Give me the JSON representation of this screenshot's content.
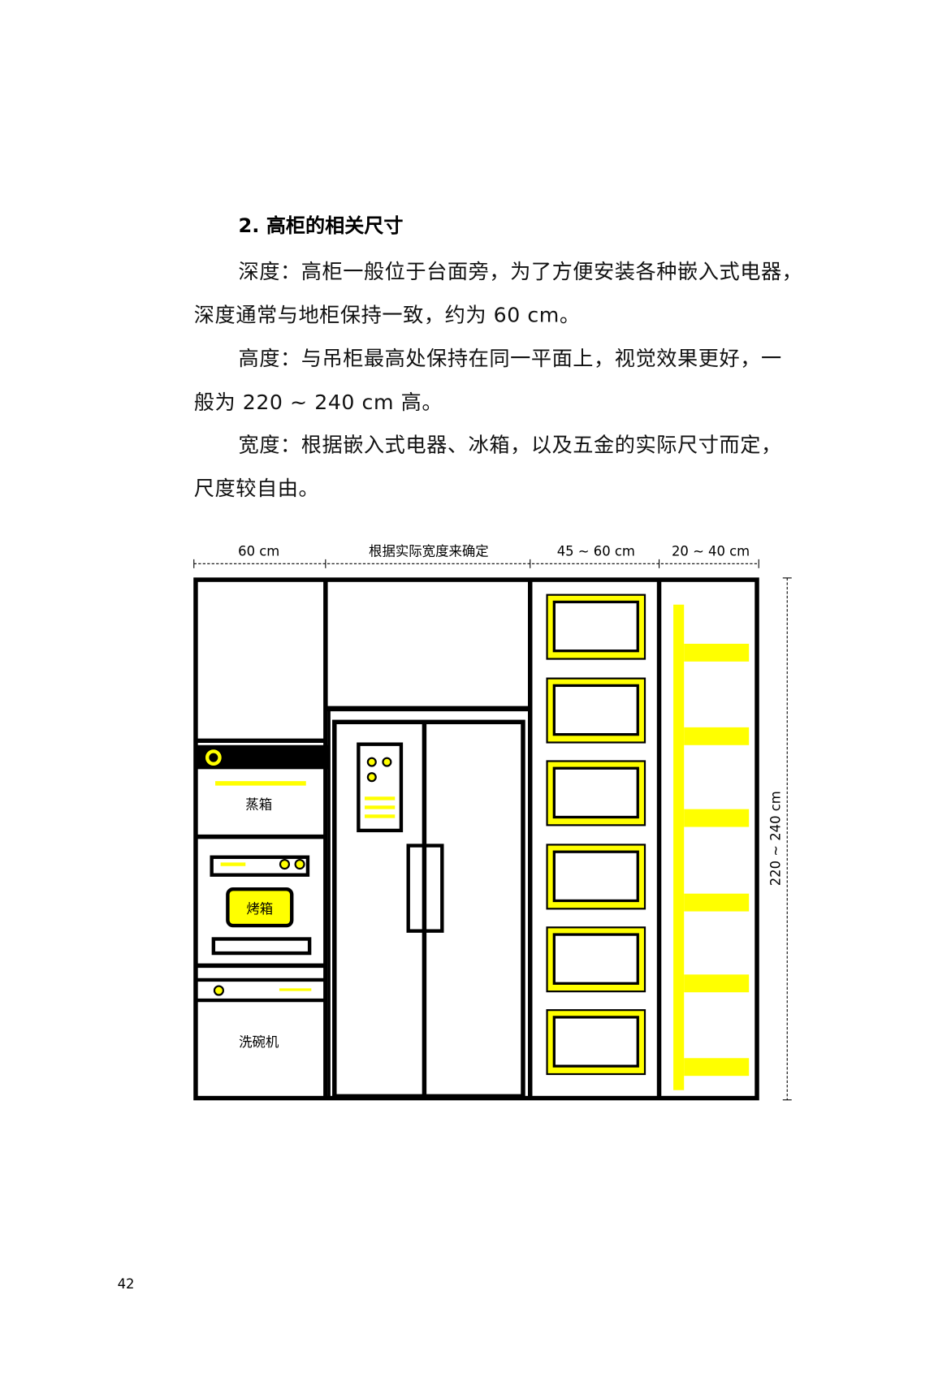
{
  "heading": "2. 高柜的相关尺寸",
  "paragraphs": [
    {
      "line1": "深度：高柜一般位于台面旁，为了方便安装各种嵌入式电器，",
      "line2": "深度通常与地柜保持一致，约为 60 cm。"
    },
    {
      "line1": "高度：与吊柜最高处保持在同一平面上，视觉效果更好，一",
      "line2": "般为 220 ~ 240 cm 高。"
    },
    {
      "line1": "宽度：根据嵌入式电器、冰箱，以及五金的实际尺寸而定，",
      "line2": "尺度较自由。"
    }
  ],
  "diagram": {
    "width_labels": [
      "60 cm",
      "根据实际宽度来确定",
      "45 ~ 60 cm",
      "20 ~ 40 cm"
    ],
    "height_label": "220 ~ 240 cm",
    "appliances": {
      "steamer": "蒸箱",
      "oven": "烤箱",
      "dishwasher": "洗碗机"
    },
    "colors": {
      "accent": "#FFFF00",
      "line": "#000000"
    }
  },
  "page_number": "42"
}
